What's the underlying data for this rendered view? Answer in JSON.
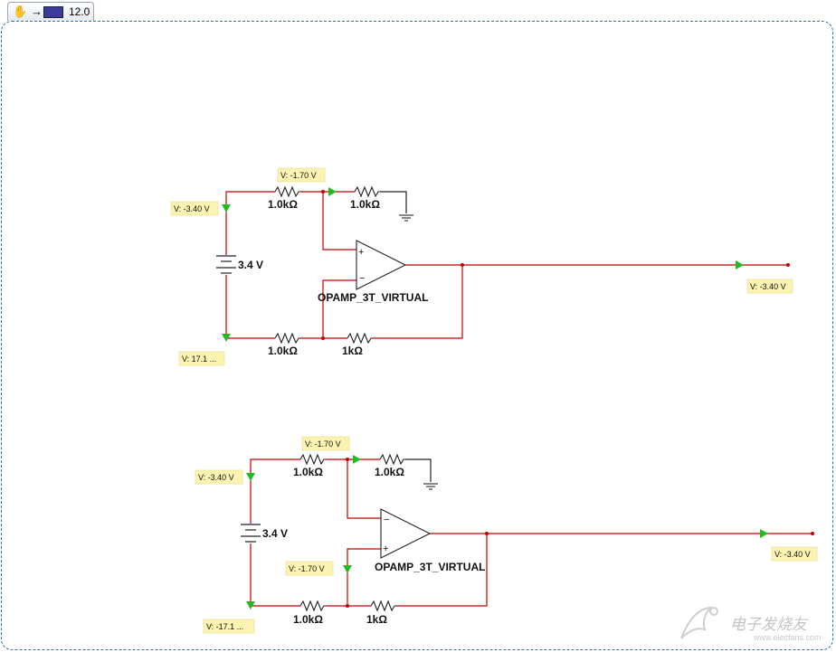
{
  "toolbar": {
    "icons": [
      "hand-icon",
      "arrow-right-icon",
      "analyzer-icon"
    ],
    "zoom_value": "12.0"
  },
  "circuit_top": {
    "probe_source_top": "V: -3.40 V",
    "probe_node_top": "V: -1.70 V",
    "probe_source_bottom": "V: 17.1 ...",
    "probe_output": "V: -3.40 V",
    "r1_label": "1.0kΩ",
    "r2_label": "1.0kΩ",
    "r3_label": "1.0kΩ",
    "r4_label": "1kΩ",
    "battery_label": "3.4 V",
    "opamp_label": "OPAMP_3T_VIRTUAL",
    "opamp_plus": "+",
    "opamp_minus": "−"
  },
  "circuit_bottom": {
    "probe_source_top": "V: -3.40 V",
    "probe_node_top": "V: -1.70 V",
    "probe_node_plus": "V: -1.70 V",
    "probe_source_bottom": "V: -17.1 ...",
    "probe_output": "V: -3.40 V",
    "r1_label": "1.0kΩ",
    "r2_label": "1.0kΩ",
    "r3_label": "1.0kΩ",
    "r4_label": "1kΩ",
    "battery_label": "3.4 V",
    "opamp_label": "OPAMP_3T_VIRTUAL",
    "opamp_minus": "−",
    "opamp_plus": "+"
  },
  "watermark": {
    "text": "电子发烧友",
    "url": "www.elecfans.com"
  },
  "colors": {
    "wire": "#c00000",
    "probe_arrow": "#22bb22",
    "probe_background": "#fbf3b1",
    "sheet_border": "#2f6fb0"
  }
}
